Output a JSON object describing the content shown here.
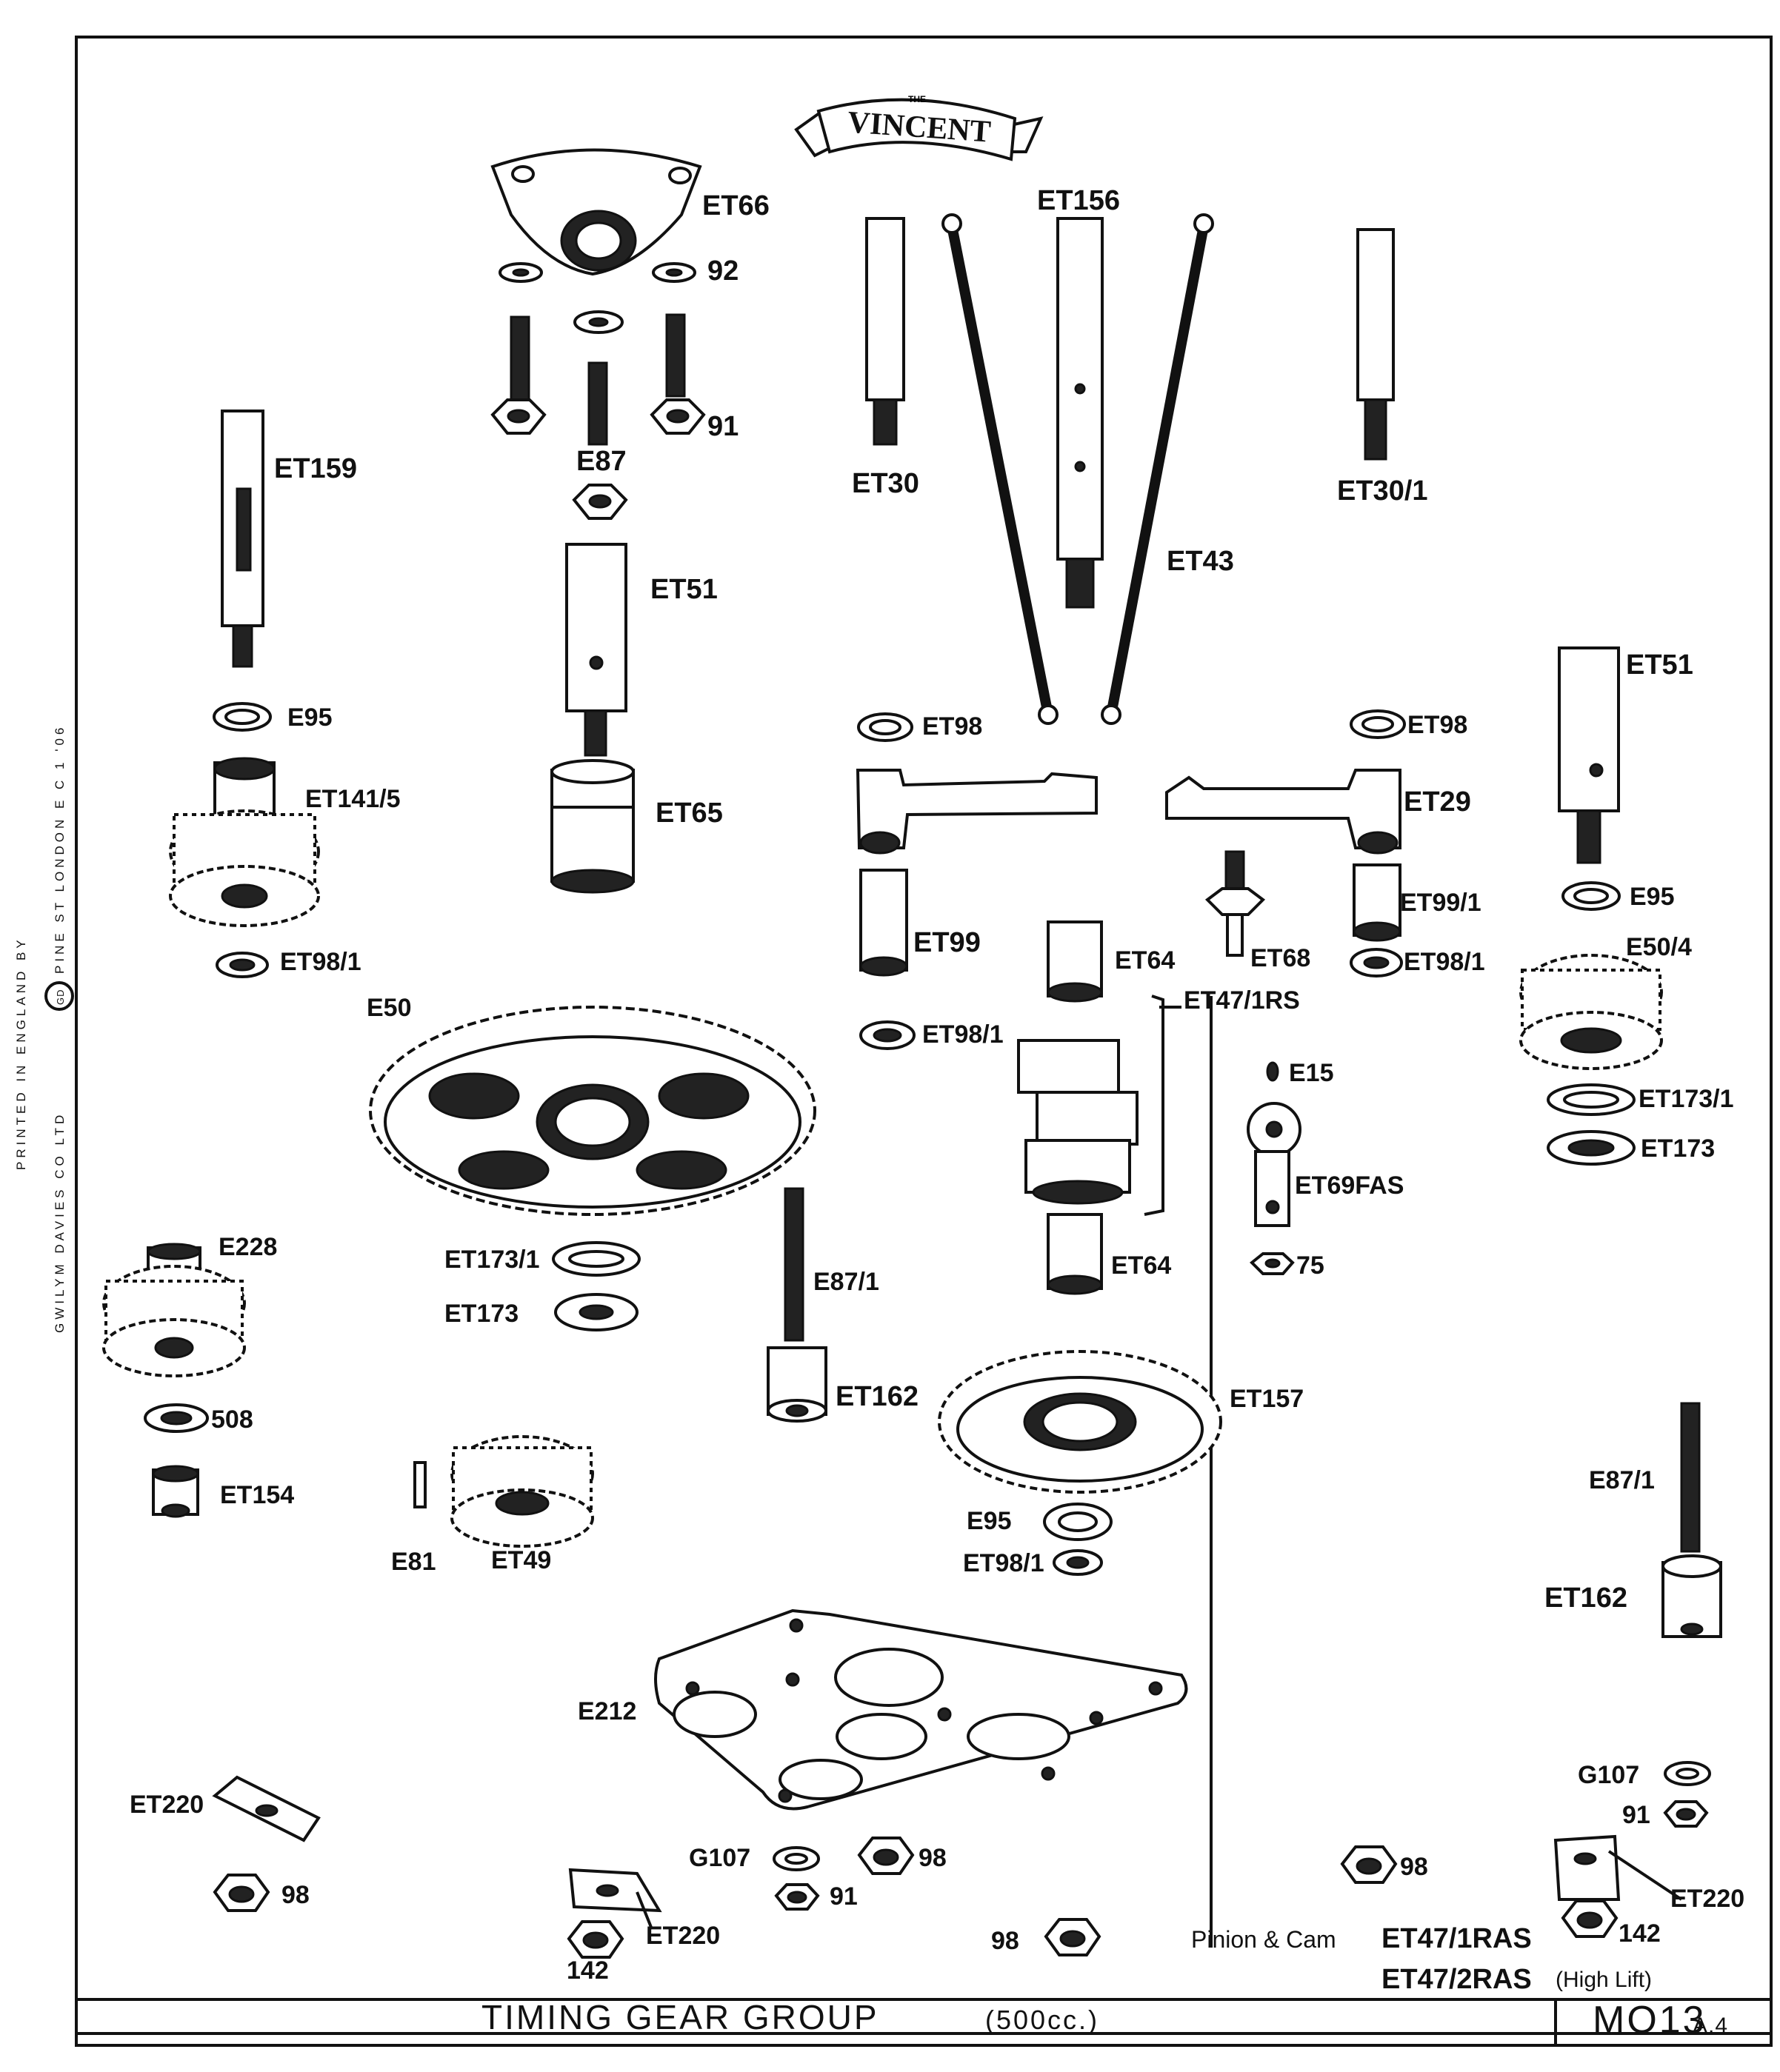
{
  "brand": {
    "top": "THE",
    "name": "VINCENT"
  },
  "side_imprint": {
    "line1": "PRINTED IN ENGLAND BY",
    "line2": "GWILYM DAVIES CO LTD",
    "logo": "GD",
    "line3": "PINE ST LONDON E C 1 '06"
  },
  "title_block": {
    "title": "TIMING GEAR GROUP",
    "subtitle": "(500cc.)",
    "code": "MO13",
    "code_suffix": "A.4"
  },
  "notes": {
    "pinion_cam": "Pinion & Cam",
    "code_1": "ET47/1RAS",
    "code_2": "ET47/2RAS",
    "high_lift": "(High Lift)"
  },
  "parts": [
    "ET66",
    "92",
    "91",
    "E87",
    "ET156",
    "ET30",
    "ET43",
    "ET30/1",
    "ET159",
    "ET51",
    "ET65",
    "E95",
    "ET141/5",
    "ET98/1",
    "ET98",
    "ET29",
    "ET99",
    "ET68",
    "ET99/1",
    "ET64",
    "ET47/1RS",
    "ET98/1",
    "E15",
    "ET69FAS",
    "75",
    "E50",
    "E50/4",
    "ET173/1",
    "ET173",
    "E228",
    "E87/1",
    "ET162",
    "ET157",
    "508",
    "ET154",
    "E81",
    "ET49",
    "E95",
    "ET98/1",
    "E87/1",
    "ET162",
    "E212",
    "G107",
    "91",
    "ET220",
    "98",
    "ET220",
    "142",
    "G107",
    "91",
    "98",
    "98",
    "98",
    "ET220",
    "142",
    "ET51",
    "E95"
  ],
  "icons": [
    "gear-icon",
    "shaft-icon",
    "nut-icon",
    "washer-icon",
    "stud-icon",
    "pushrod-icon",
    "rocker-icon",
    "plate-icon",
    "sleeve-icon",
    "logo-banner-icon"
  ]
}
